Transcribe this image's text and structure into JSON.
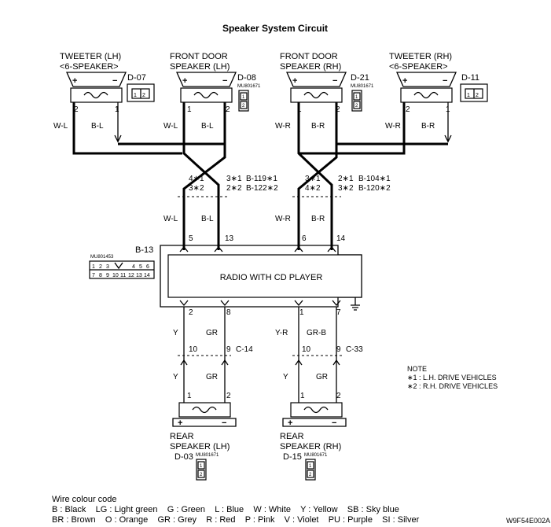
{
  "title": "Speaker System Circuit",
  "components": {
    "tweeter_lh": {
      "line1": "TWEETER (LH)",
      "line2": "<6-SPEAKER>",
      "connector": "D-07",
      "pins": [
        "2",
        "1"
      ]
    },
    "front_door_lh": {
      "line1": "FRONT DOOR",
      "line2": "SPEAKER (LH)",
      "connector": "D-08",
      "part": "MU801671",
      "pins": [
        "1",
        "2"
      ]
    },
    "front_door_rh": {
      "line1": "FRONT DOOR",
      "line2": "SPEAKER (RH)",
      "connector": "D-21",
      "part": "MU801671",
      "pins": [
        "1",
        "2"
      ]
    },
    "tweeter_rh": {
      "line1": "TWEETER (RH)",
      "line2": "<6-SPEAKER>",
      "connector": "D-11",
      "pins": [
        "2",
        "1"
      ]
    },
    "rear_lh": {
      "line1": "REAR",
      "line2": "SPEAKER (LH)",
      "connector": "D-03",
      "part": "MU801671",
      "pins": [
        "1",
        "2"
      ]
    },
    "rear_rh": {
      "line1": "REAR",
      "line2": "SPEAKER (RH)",
      "connector": "D-15",
      "part": "MU801671",
      "pins": [
        "1",
        "2"
      ]
    },
    "radio": {
      "label": "RADIO WITH CD PLAYER",
      "connector": "B-13",
      "part": "MU801453",
      "top_pins": [
        "5",
        "13",
        "6",
        "14"
      ],
      "bottom_pins": [
        "2",
        "8",
        "1",
        "7"
      ]
    }
  },
  "wires": {
    "upper": [
      "W-L",
      "B-L",
      "W-L",
      "B-L",
      "W-R",
      "B-R",
      "W-R",
      "B-R"
    ],
    "middle": [
      "W-L",
      "B-L",
      "W-R",
      "B-R"
    ],
    "lower_left": [
      "Y",
      "GR",
      "Y",
      "GR"
    ],
    "lower_right": [
      "Y-R",
      "GR-B",
      "Y",
      "GR"
    ]
  },
  "junctions": {
    "left_a": "4∗1",
    "left_b": "3∗2",
    "left_c": "3∗1",
    "left_d": "2∗2",
    "left_conn1": "B-119∗1",
    "left_conn2": "B-122∗2",
    "right_a": "3∗1",
    "right_b": "4∗2",
    "right_c": "2∗1",
    "right_d": "3∗2",
    "right_conn1": "B-104∗1",
    "right_conn2": "B-120∗2",
    "rear_left_pins": [
      "10",
      "9"
    ],
    "rear_left_conn": "C-14",
    "rear_right_pins": [
      "10",
      "9"
    ],
    "rear_right_conn": "C-33"
  },
  "speaker_symbols": {
    "plus": "+",
    "minus": "−"
  },
  "connector_grid": {
    "top": [
      "1",
      "2",
      "3",
      "",
      "4",
      "5",
      "6"
    ],
    "bottom": [
      "7",
      "8",
      "9",
      "10",
      "11",
      "12",
      "13",
      "14"
    ]
  },
  "note": {
    "heading": "NOTE",
    "line1": "∗1 : L.H. DRIVE VEHICLES",
    "line2": "∗2 : R.H. DRIVE VEHICLES"
  },
  "legend": {
    "heading": "Wire colour code",
    "line1": "B : Black    LG : Light green    G : Green    L : Blue    W : White    Y : Yellow    SB : Sky blue",
    "line2": "BR : Brown    O : Orange    GR : Grey    R : Red    P : Pink    V : Violet    PU : Purple    SI : Silver"
  },
  "figure_code": "W9F54E002A"
}
